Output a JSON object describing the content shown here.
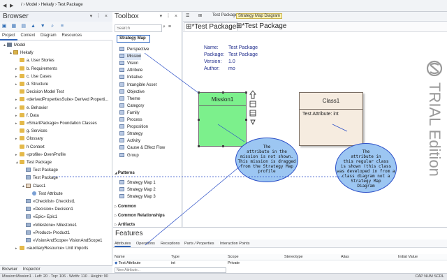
{
  "topbar": {
    "nav_icons": [
      "back-icon",
      "forward-icon"
    ],
    "breadcrumb": [
      "/",
      "Model",
      "Hekafy",
      "Test Package"
    ]
  },
  "browser": {
    "title": "Browser",
    "controls": "▾ ⁞ ×",
    "tabs": [
      "Project",
      "Context",
      "Diagram",
      "Resources"
    ],
    "tree": [
      {
        "label": "Model",
        "indent": 0,
        "twisty": "▲",
        "icon": "model"
      },
      {
        "label": "Hekafy",
        "indent": 1,
        "twisty": "▲",
        "icon": "pkg"
      },
      {
        "label": "a. User Stories",
        "indent": 2,
        "twisty": "",
        "icon": "folder"
      },
      {
        "label": "b. Requirements",
        "indent": 2,
        "twisty": "▸",
        "icon": "folder"
      },
      {
        "label": "c. Use Cases",
        "indent": 2,
        "twisty": "▸",
        "icon": "folder"
      },
      {
        "label": "d. Structure",
        "indent": 2,
        "twisty": "▸",
        "icon": "folder"
      },
      {
        "label": "Decision Model Test",
        "indent": 2,
        "twisty": "",
        "icon": "folder"
      },
      {
        "label": "«derivedPropertiesSuite» Derived Properti...",
        "indent": 2,
        "twisty": "▸",
        "icon": "folder"
      },
      {
        "label": "e. Behavior",
        "indent": 2,
        "twisty": "▸",
        "icon": "folder"
      },
      {
        "label": "f. Data",
        "indent": 2,
        "twisty": "▸",
        "icon": "folder"
      },
      {
        "label": "«SmartPackage» Foundation Classes",
        "indent": 2,
        "twisty": "▸",
        "icon": "folder"
      },
      {
        "label": "g. Services",
        "indent": 2,
        "twisty": "",
        "icon": "folder"
      },
      {
        "label": "Glossary",
        "indent": 2,
        "twisty": "▸",
        "icon": "folder"
      },
      {
        "label": "h Context",
        "indent": 2,
        "twisty": "",
        "icon": "folder"
      },
      {
        "label": "«profile» OvenProfile",
        "indent": 2,
        "twisty": "▸",
        "icon": "folder"
      },
      {
        "label": "Test Package",
        "indent": 2,
        "twisty": "▲",
        "icon": "folder"
      },
      {
        "label": "Test Package",
        "indent": 3,
        "twisty": "",
        "icon": "elem"
      },
      {
        "label": "Test Package",
        "indent": 3,
        "twisty": "",
        "icon": "elem"
      },
      {
        "label": "Class1",
        "indent": 3,
        "twisty": "▲",
        "icon": "cls"
      },
      {
        "label": "Test Attribute",
        "indent": 4,
        "twisty": "",
        "icon": "attr"
      },
      {
        "label": "«Checklist» Checklist1",
        "indent": 3,
        "twisty": "",
        "icon": "elem"
      },
      {
        "label": "«Decision» Decision1",
        "indent": 3,
        "twisty": "",
        "icon": "elem"
      },
      {
        "label": "«Epic» Epic1",
        "indent": 3,
        "twisty": "",
        "icon": "elem"
      },
      {
        "label": "«Milestone» Milestone1",
        "indent": 3,
        "twisty": "",
        "icon": "elem"
      },
      {
        "label": "«Product» Product1",
        "indent": 3,
        "twisty": "",
        "icon": "elem"
      },
      {
        "label": "«VisionAndScope» VisionAndScope1",
        "indent": 3,
        "twisty": "",
        "icon": "elem"
      },
      {
        "label": "«auxiliaryResource» Unit Imports",
        "indent": 2,
        "twisty": "▸",
        "icon": "folder"
      }
    ],
    "bottom_tabs": [
      "Browser",
      "Inspector"
    ]
  },
  "toolbox": {
    "title": "Toolbox",
    "controls": "▾ ⁞ ×",
    "search_placeholder": "Search",
    "sections": {
      "strategy_map": "Strategy Map",
      "patterns": "Patterns",
      "common": "Common",
      "common_relationships": "Common Relationships",
      "artifacts": "Artifacts"
    },
    "items": [
      "Perspective",
      "Mission",
      "Vision",
      "Attribute",
      "Initiative",
      "Intangible Asset",
      "Objective",
      "Theme",
      "Category",
      "Family",
      "Process",
      "Proposition",
      "Strategy",
      "Activity",
      "Cause & Effect Flow",
      "Group"
    ],
    "patterns": [
      "Strategy Map 1",
      "Strategy Map 2",
      "Strategy Map 3"
    ]
  },
  "diagram": {
    "tab_small_1": "Test Package",
    "tab_small_2": "Strategy Map Diagram",
    "tab1": "*Test Package",
    "tab2": "*Test Package",
    "props": {
      "name_k": "Name:",
      "name_v": "Test Package",
      "package_k": "Package:",
      "package_v": "Test Package",
      "version_k": "Version:",
      "version_v": "1.0",
      "author_k": "Author:",
      "author_v": "mo"
    },
    "mission_title": "Mission1",
    "class_title": "Class1",
    "class_attr": "Test Attribute: int",
    "note1": [
      "The",
      "attribute in the",
      "mission is not shown.",
      "This mission is dragged",
      "from the Strategy Map",
      "profile"
    ],
    "note2": [
      "The",
      "attribute in",
      "this regular class",
      "is shown (this class",
      "was developed in from a",
      "class diagram not a",
      "Strategy Map",
      "Diagram"
    ],
    "watermark": "TRIAL Edition"
  },
  "features": {
    "title": "Features",
    "tabs": [
      "Attributes",
      "Operations",
      "Receptions",
      "Parts / Properties",
      "Interaction Points"
    ],
    "columns": [
      "Name",
      "Type",
      "Scope",
      "Stereotype",
      "Alias",
      "Initial Value"
    ],
    "row": [
      "Test Attribute",
      "int",
      "Private",
      "",
      "",
      ""
    ],
    "new_placeholder": "New Attribute..."
  },
  "status": {
    "left": "Mission:Mission1 · Left: 20 · Top: 106 · Width: 110 · Height: 90",
    "right": "CAP NUM SCRL"
  },
  "colors": {
    "mission_fill": "#7cf08c",
    "class_fill": "#f6ece0",
    "note_fill": "#9cc6f2",
    "accent": "#2e63b8"
  }
}
